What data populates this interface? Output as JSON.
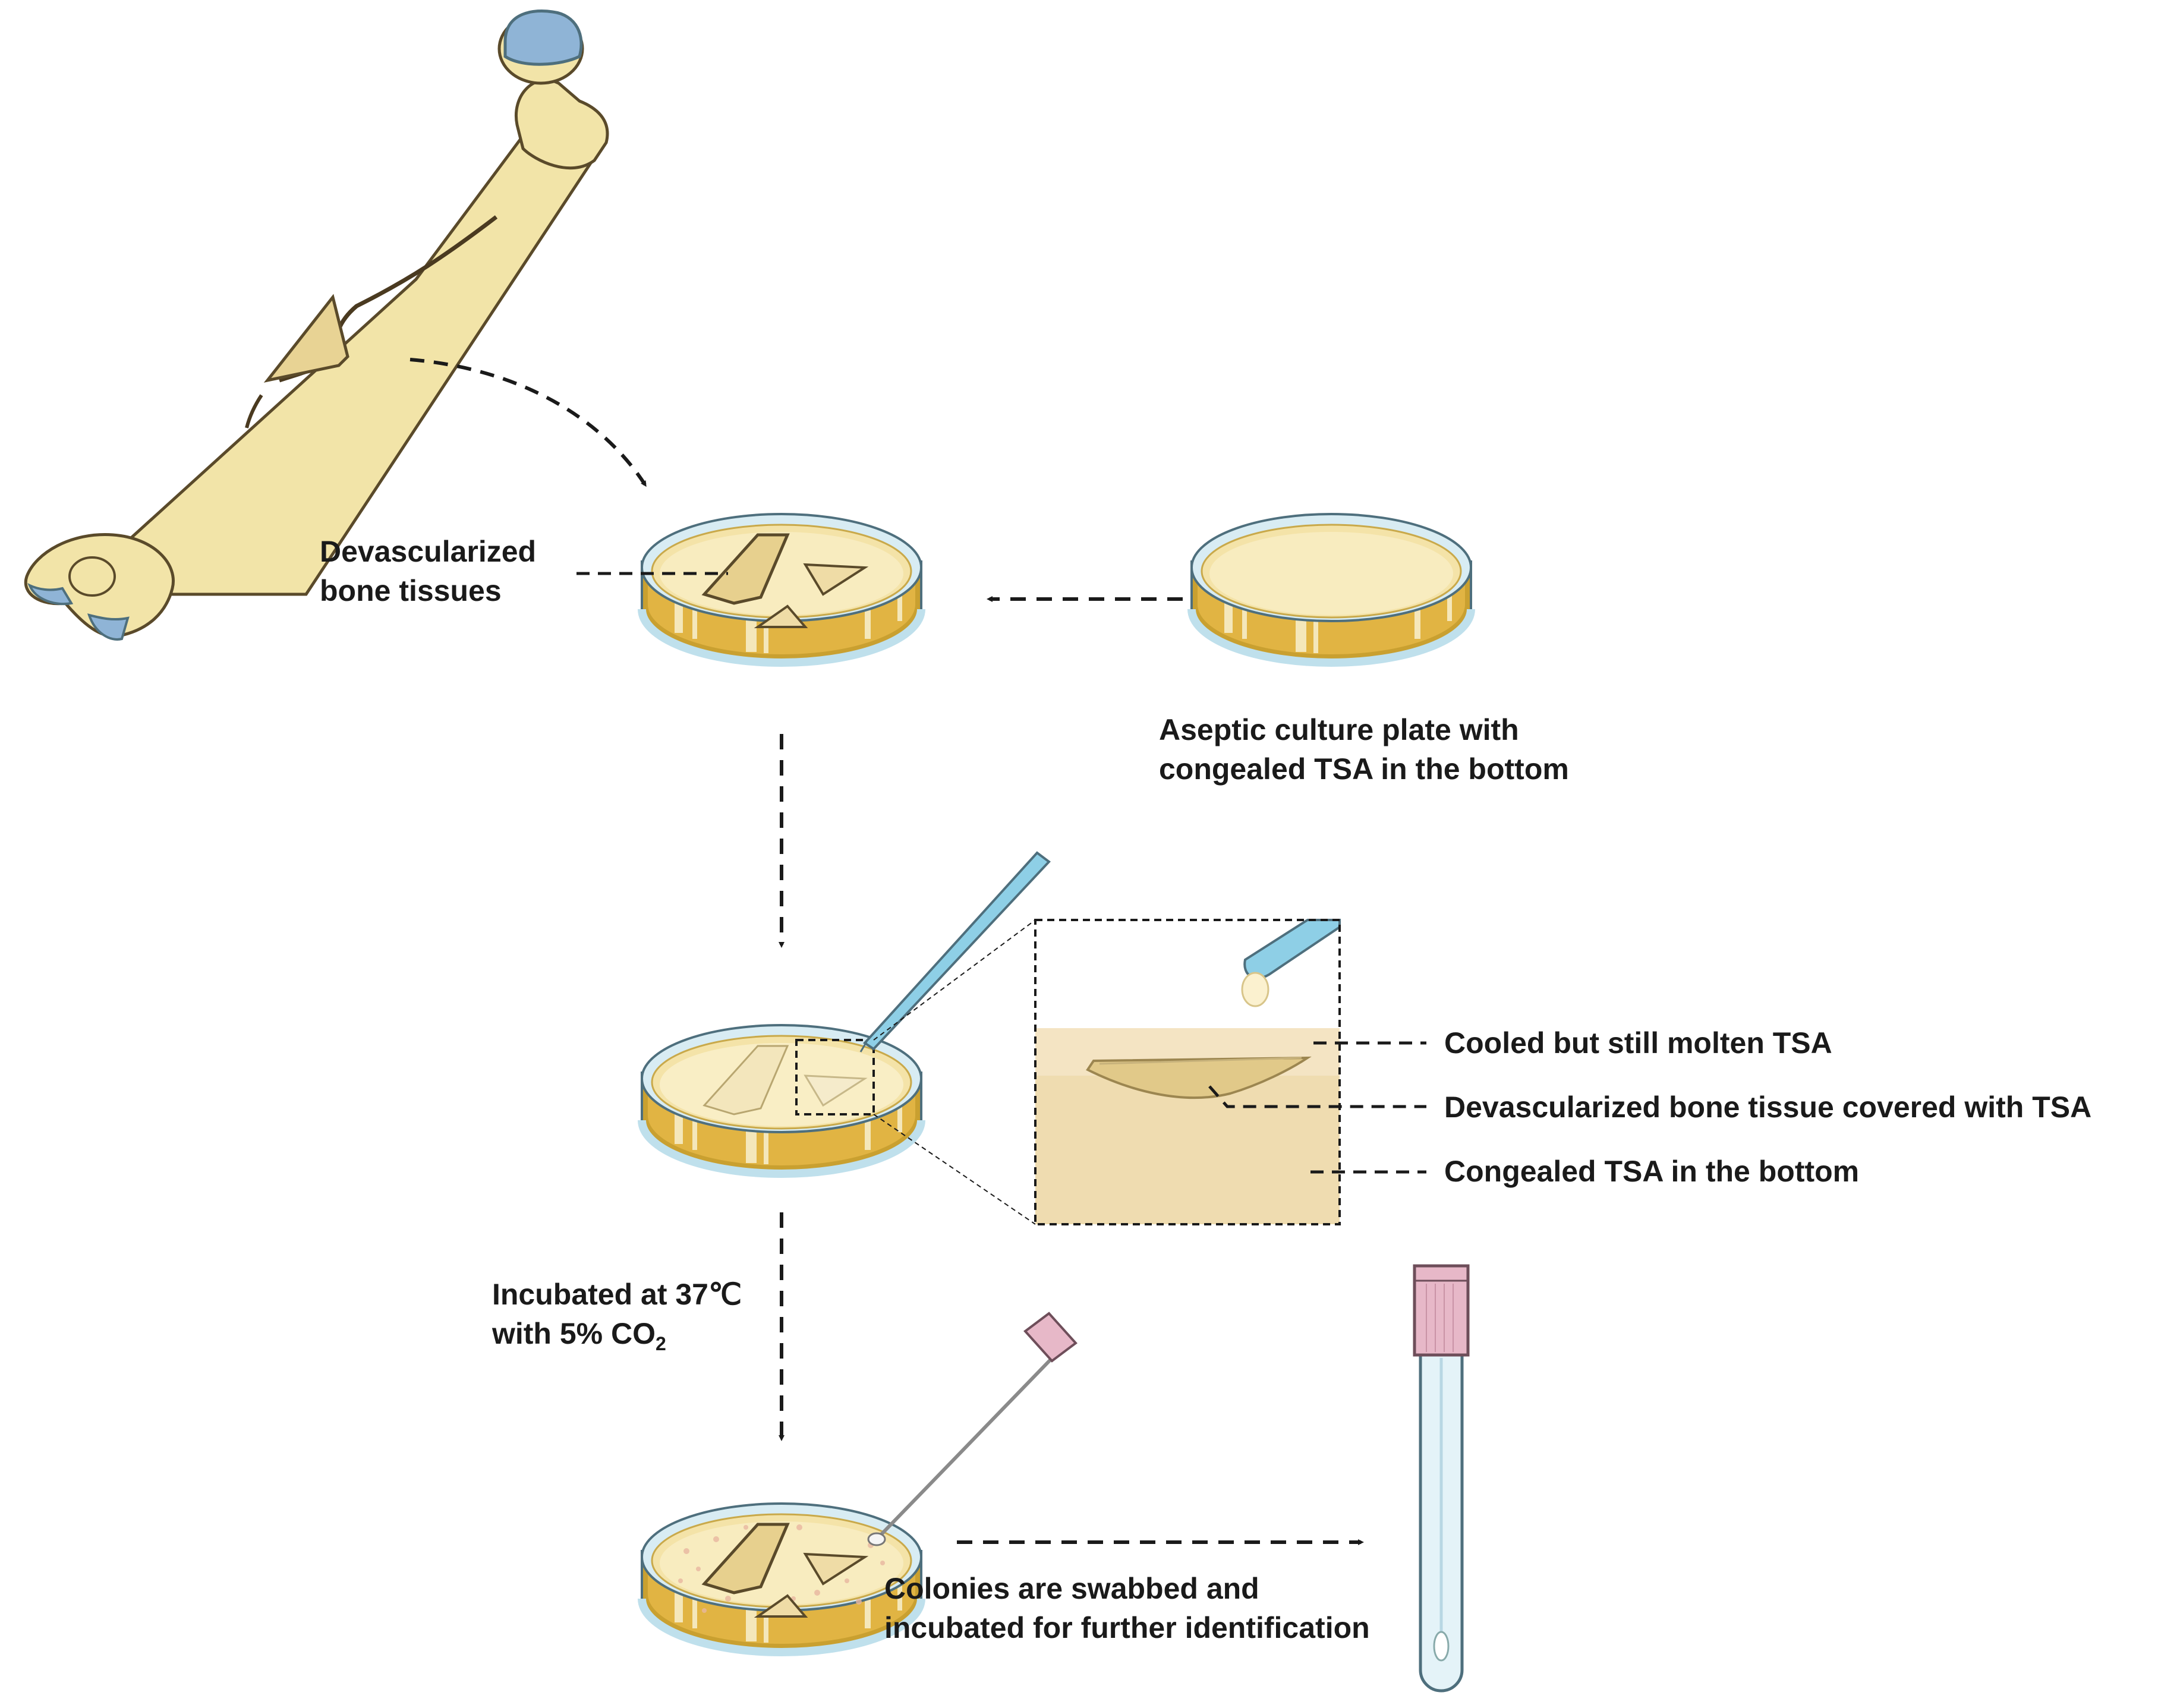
{
  "labels": {
    "devascularized": {
      "line1": "Devascularized",
      "line2": "bone tissues"
    },
    "aseptic": {
      "line1": "Aseptic culture plate with",
      "line2": "congealed TSA in the bottom"
    },
    "cooled": "Cooled but still molten TSA",
    "covered": "Devascularized bone tissue covered with TSA",
    "congealed": "Congealed TSA in the bottom",
    "incubated": {
      "line1": "Incubated at 37℃",
      "line2_prefix": "with 5% CO",
      "line2_sub": "2"
    },
    "colonies": {
      "line1": "Colonies are swabbed and",
      "line2": "incubated for further identification"
    }
  },
  "colors": {
    "bone": "#f2e4a8",
    "bone_outline": "#5a4a2a",
    "cartilage": "#8fb4d6",
    "agar": "#f7eab6",
    "agar_bottom": "#efdcb0",
    "molten": "#fbf1cf",
    "plate_rim": "#bfe0ec",
    "plate_side": "#d9a93a",
    "arrow": "#1a1a1a",
    "tube_cap": "#e7b8c8",
    "pipette": "#8ecfe6"
  },
  "icons": [
    "femur-bone-icon",
    "petri-dish-icon",
    "pipette-icon",
    "swab-icon",
    "culture-tube-icon"
  ]
}
